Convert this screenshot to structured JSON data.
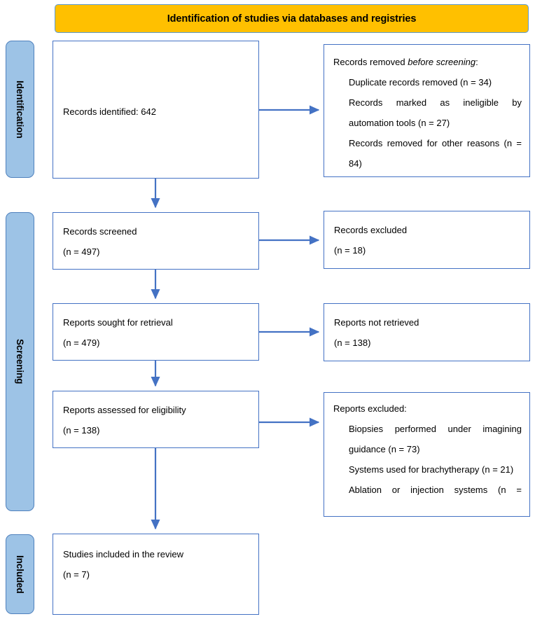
{
  "header": {
    "title": "Identification of studies via databases and registries"
  },
  "stages": [
    {
      "id": "identification",
      "label": "Identification"
    },
    {
      "id": "screening",
      "label": "Screening"
    },
    {
      "id": "included",
      "label": "Included"
    }
  ],
  "boxes": {
    "identified": {
      "line1": "Records identified: 642"
    },
    "removed": {
      "heading_prefix": "Records removed ",
      "heading_italic": "before screening",
      "heading_suffix": ":",
      "item1": "Duplicate records removed (n = 34)",
      "item2": "Records marked as ineligible by automation tools (n = 27)",
      "item3": "Records removed for other reasons (n = 84)"
    },
    "screened": {
      "line1": "Records screened",
      "line2": "(n = 497)"
    },
    "excluded_records": {
      "line1": "Records excluded",
      "line2": "(n = 18)"
    },
    "sought": {
      "line1": "Reports sought for retrieval",
      "line2": "(n = 479)"
    },
    "not_retrieved": {
      "line1": "Reports not retrieved",
      "line2": "(n = 138)"
    },
    "assessed": {
      "line1": "Reports assessed for eligibility",
      "line2": "(n = 138)"
    },
    "excluded_reports": {
      "heading": "Reports excluded:",
      "item1": "Biopsies performed under imagining guidance (n = 73)",
      "item2": "Systems used for brachytherapy (n = 21)",
      "item3": "Ablation or injection systems (n ="
    },
    "included": {
      "line1": "Studies included in the review",
      "line2": "(n = 7)"
    }
  },
  "colors": {
    "banner_fill": "#FFC000",
    "banner_border": "#5B9BD5",
    "stage_fill": "#9DC3E6",
    "stage_border": "#4F81BD",
    "box_border": "#4472C4",
    "connector": "#4472C4",
    "text": "#000000",
    "background": "#FFFFFF"
  },
  "chart_data": {
    "type": "flowchart",
    "title": "Identification of studies via databases and registries",
    "nodes": [
      {
        "id": "identified",
        "stage": "Identification",
        "column": "left",
        "text": "Records identified: 642",
        "n": 642
      },
      {
        "id": "removed",
        "stage": "Identification",
        "column": "right",
        "text": "Records removed before screening",
        "items": [
          {
            "label": "Duplicate records removed",
            "n": 34
          },
          {
            "label": "Records marked as ineligible by automation tools",
            "n": 27
          },
          {
            "label": "Records removed for other reasons",
            "n": 84
          }
        ]
      },
      {
        "id": "screened",
        "stage": "Screening",
        "column": "left",
        "text": "Records screened",
        "n": 497
      },
      {
        "id": "excluded_records",
        "stage": "Screening",
        "column": "right",
        "text": "Records excluded",
        "n": 18
      },
      {
        "id": "sought",
        "stage": "Screening",
        "column": "left",
        "text": "Reports sought for retrieval",
        "n": 479
      },
      {
        "id": "not_retrieved",
        "stage": "Screening",
        "column": "right",
        "text": "Reports not retrieved",
        "n": 138
      },
      {
        "id": "assessed",
        "stage": "Screening",
        "column": "left",
        "text": "Reports assessed for eligibility",
        "n": 138
      },
      {
        "id": "excluded_reports",
        "stage": "Screening",
        "column": "right",
        "text": "Reports excluded",
        "items": [
          {
            "label": "Biopsies performed under imagining guidance",
            "n": 73
          },
          {
            "label": "Systems used for brachytherapy",
            "n": 21
          },
          {
            "label": "Ablation or injection systems",
            "n": null
          }
        ]
      },
      {
        "id": "included",
        "stage": "Included",
        "column": "left",
        "text": "Studies included in the review",
        "n": 7
      }
    ],
    "edges": [
      {
        "from": "identified",
        "to": "removed",
        "direction": "right"
      },
      {
        "from": "identified",
        "to": "screened",
        "direction": "down"
      },
      {
        "from": "screened",
        "to": "excluded_records",
        "direction": "right"
      },
      {
        "from": "screened",
        "to": "sought",
        "direction": "down"
      },
      {
        "from": "sought",
        "to": "not_retrieved",
        "direction": "right"
      },
      {
        "from": "sought",
        "to": "assessed",
        "direction": "down"
      },
      {
        "from": "assessed",
        "to": "excluded_reports",
        "direction": "right"
      },
      {
        "from": "assessed",
        "to": "included",
        "direction": "down"
      }
    ]
  }
}
